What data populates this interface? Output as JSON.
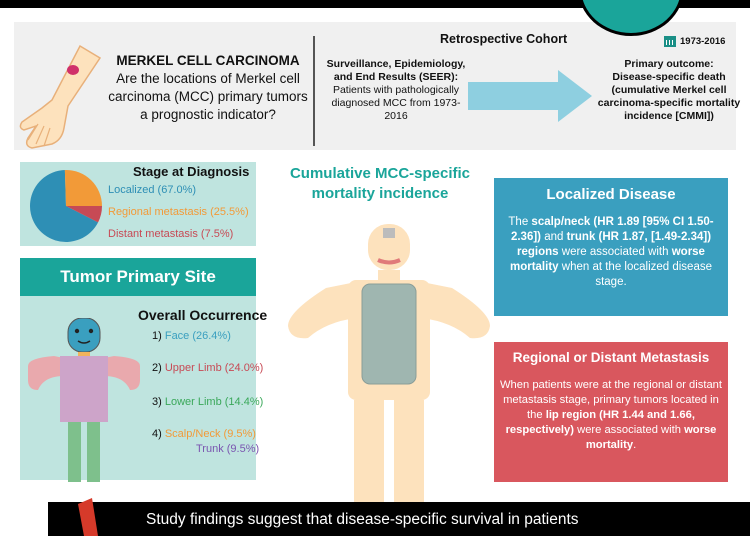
{
  "header": {
    "title": "MERKEL CELL CARCINOMA",
    "question": "Are the locations of Merkel cell carcinoma (MCC) primary tumors a prognostic indicator?",
    "cohort_label": "Retrospective Cohort",
    "years_badge": "1973-2016",
    "seer_title": "Surveillance, Epidemiology, and End Results (SEER):",
    "seer_desc": "Patients with pathologically diagnosed MCC from 1973-2016",
    "outcome_title": "Primary outcome:",
    "outcome_desc": "Disease-specific death (cumulative Merkel cell carcinoma-specific mortality incidence [CMMI])"
  },
  "stage": {
    "title": "Stage at Diagnosis",
    "items": [
      {
        "label": "Localized (67.0%)",
        "value": 67.0,
        "color": "#2e8fb5"
      },
      {
        "label": "Regional metastasis (25.5%)",
        "value": 25.5,
        "color": "#f29a38"
      },
      {
        "label": "Distant metastasis (7.5%)",
        "value": 7.5,
        "color": "#c74a55"
      }
    ]
  },
  "tumor": {
    "heading": "Tumor Primary Site",
    "subheading": "Overall Occurrence",
    "sites": [
      {
        "num": "1)",
        "label": "Face (26.4%)",
        "color": "#3a9fbf"
      },
      {
        "num": "2)",
        "label": "Upper Limb (24.0%)",
        "color": "#c74a55"
      },
      {
        "num": "3)",
        "label": "Lower Limb (14.4%)",
        "color": "#3aa85a"
      },
      {
        "num": "4)",
        "label": "Scalp/Neck (9.5%)",
        "color": "#f29a38"
      },
      {
        "num": "",
        "label": "Trunk (9.5%)",
        "color": "#7a55b0"
      }
    ]
  },
  "middle": {
    "title": "Cumulative MCC-specific mortality incidence"
  },
  "localized": {
    "heading": "Localized Disease",
    "p1": "The ",
    "b1": "scalp/neck (HR 1.89 [95% CI 1.50-2.36])",
    "p2": " and ",
    "b2": "trunk (HR 1.87, [1.49-2.34]) regions",
    "p3": " were associated with ",
    "b3": "worse mortality",
    "p4": " when at the localized disease stage."
  },
  "regional": {
    "heading": "Regional or Distant Metastasis",
    "p1": "When patients were at the regional or distant metastasis stage, primary tumors located in the ",
    "b1": "lip region (HR 1.44 and 1.66, respectively)",
    "p2": " were associated with ",
    "b2": "worse mortality",
    "p3": "."
  },
  "footer": {
    "text": "Study findings suggest that disease-specific survival in patients"
  },
  "colors": {
    "teal": "#1aa59a",
    "light_teal": "#bfe4df",
    "blue": "#3a9fbf",
    "red": "#d9575e"
  }
}
